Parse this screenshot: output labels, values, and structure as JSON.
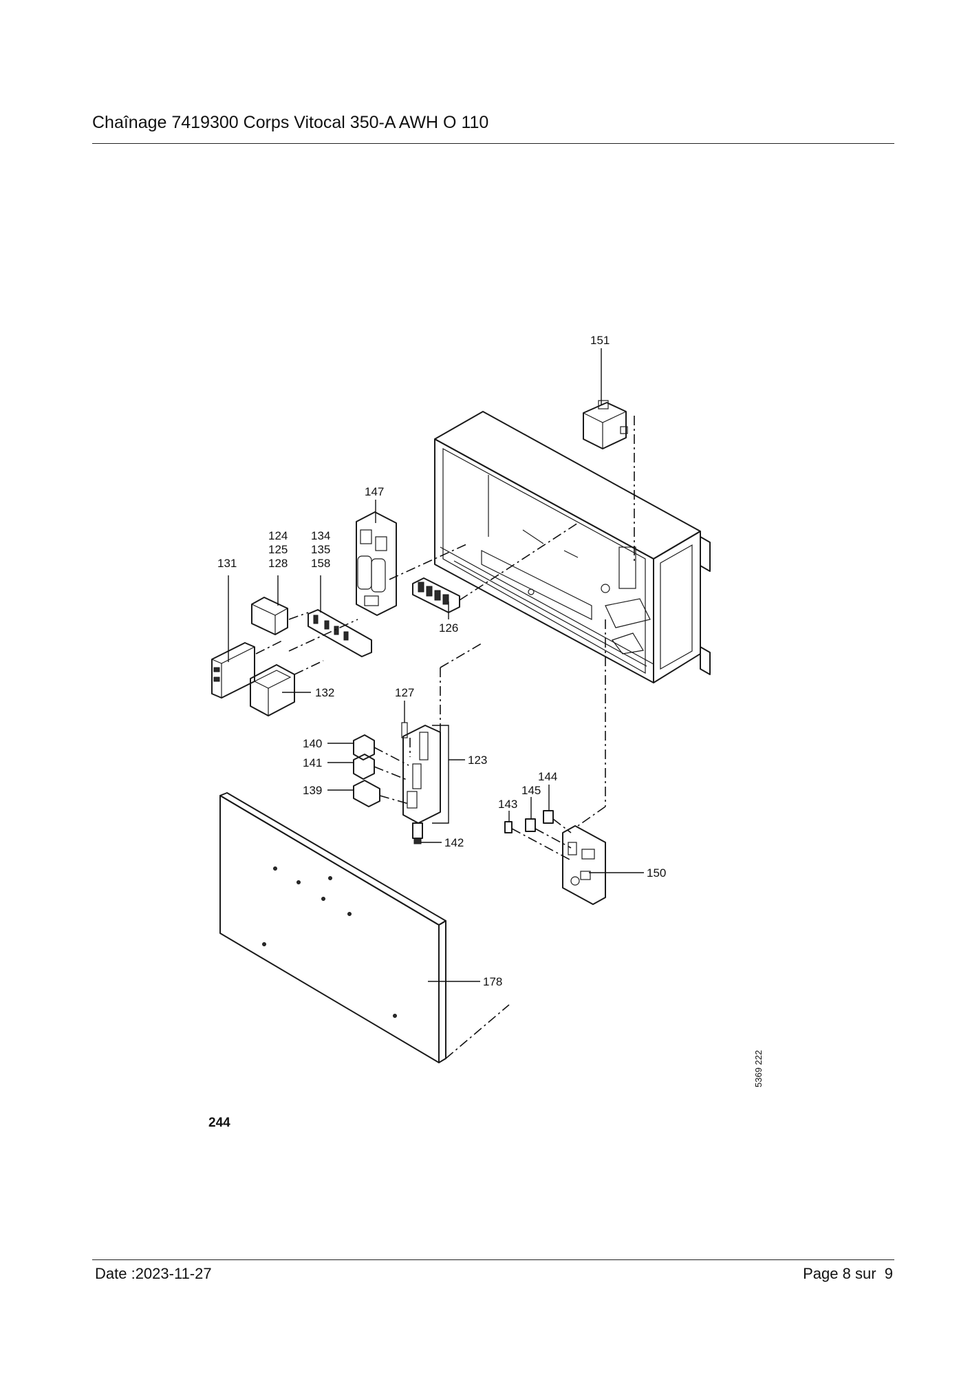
{
  "header": {
    "title": "Chaînage 7419300 Corps Vitocal 350-A AWH O 110"
  },
  "footer": {
    "date": "Date :2023-11-27",
    "page": "Page 8 sur  9"
  },
  "page_ref": "244",
  "drawing_number": "5369 222",
  "part_labels": {
    "p151": "151",
    "p147": "147",
    "p124": "124",
    "p125": "125",
    "p128": "128",
    "p134": "134",
    "p135": "135",
    "p158": "158",
    "p131": "131",
    "p126": "126",
    "p132": "132",
    "p127": "127",
    "p123": "123",
    "p140": "140",
    "p141": "141",
    "p139": "139",
    "p142": "142",
    "p144": "144",
    "p145": "145",
    "p143": "143",
    "p150": "150",
    "p178": "178"
  }
}
